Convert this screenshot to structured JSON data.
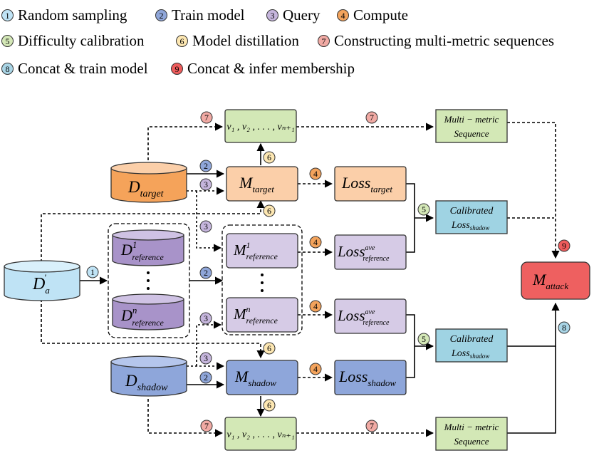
{
  "legend": [
    {
      "n": "1",
      "label": "Random sampling",
      "color": "#bfe3f5"
    },
    {
      "n": "2",
      "label": "Train model",
      "color": "#8fa6d9"
    },
    {
      "n": "3",
      "label": "Query",
      "color": "#c5b5dc"
    },
    {
      "n": "4",
      "label": "Compute",
      "color": "#f3a35c"
    },
    {
      "n": "5",
      "label": "Difficulty calibration",
      "color": "#d4e8b7"
    },
    {
      "n": "6",
      "label": "Model distillation",
      "color": "#fde7b2"
    },
    {
      "n": "7",
      "label": "Constructing multi-metric sequences",
      "color": "#f1aaa4"
    },
    {
      "n": "8",
      "label": "Concat & train model",
      "color": "#a9d5e6"
    },
    {
      "n": "9",
      "label": "Concat & infer membership",
      "color": "#ee5c5c"
    }
  ],
  "nodes": {
    "d_a": {
      "main": "D",
      "sub": "a",
      "sup": "'"
    },
    "d_target": {
      "main": "D",
      "sub": "target"
    },
    "d_shadow": {
      "main": "D",
      "sub": "shadow"
    },
    "d_ref1": {
      "main": "D",
      "sup": "1",
      "sub": "reference"
    },
    "d_refn": {
      "main": "D",
      "sup": "n",
      "sub": "reference"
    },
    "m_target": {
      "main": "M",
      "sub": "target"
    },
    "m_shadow": {
      "main": "M",
      "sub": "shadow"
    },
    "m_ref1": {
      "main": "M",
      "sup": "1",
      "sub": "reference"
    },
    "m_refn": {
      "main": "M",
      "sup": "n",
      "sub": "reference"
    },
    "loss_target": {
      "main": "Loss",
      "sub": "target"
    },
    "loss_shadow": {
      "main": "Loss",
      "sub": "shadow"
    },
    "loss_ref1": {
      "main": "Loss",
      "sup": "ave",
      "sub": "reference"
    },
    "loss_refn": {
      "main": "Loss",
      "sup": "ave",
      "sub": "reference"
    },
    "seq_top": {
      "text": "v₁ , v₂ , . . . , vₙ₊₁"
    },
    "seq_bottom": {
      "text": "v₁ , v₂ , . . . , vₙ₊₁"
    },
    "mm_top": {
      "line1": "Multi − metric",
      "line2": "Sequence"
    },
    "mm_bottom": {
      "line1": "Multi − metric",
      "line2": "Sequence"
    },
    "cal_top": {
      "line1": "Calibrated",
      "line2_main": "Loss",
      "line2_sub": "shadow"
    },
    "cal_bottom": {
      "line1": "Calibrated",
      "line2_main": "Loss",
      "line2_sub": "shadow"
    },
    "m_attack": {
      "main": "M",
      "sub": "attack"
    }
  },
  "colors": {
    "orange": "#f5a35a",
    "orange_light": "#fbcfa9",
    "blue": "#8ea6da",
    "blue_dark": "#6f8bcc",
    "purple": "#a893c9",
    "purple_light": "#d6cbe6",
    "green_light": "#d3e8b6",
    "cyan": "#9fd3e3",
    "light_blue": "#bfe3f5",
    "red": "#ee6060"
  }
}
